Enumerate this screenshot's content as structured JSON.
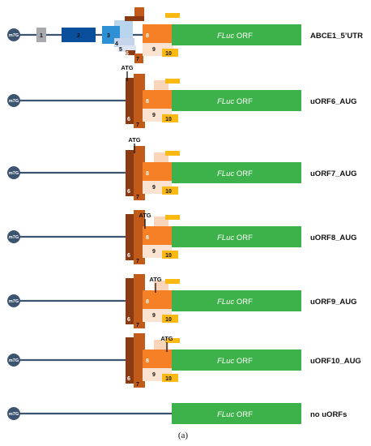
{
  "figure": {
    "cap_label": "m7G",
    "orf_italic": "FLuc",
    "orf_suffix": " ORF",
    "atg_label": "ATG",
    "caption": "(a)",
    "colors": {
      "cap": "#3d5470",
      "line": "#3d5470",
      "orf": "#3eb24a",
      "uorf1": "#a7a9ac",
      "uorf2": "#0a4f9c",
      "uorf3": "#2e91d6",
      "uorf3_light": "#b9d5ee",
      "uorf4": "#c6d4ec",
      "uorf5": "#dde4f2",
      "uorf6": "#8b3a12",
      "uorf7": "#c25a1a",
      "uorf8": "#f58025",
      "uorf8_light": "#fbd5ba",
      "uorf9": "#fbe3d2",
      "uorf10": "#fbb913"
    }
  },
  "constructs": [
    {
      "name": "ABCE1_5’UTR",
      "uorfs": [
        "1",
        "2",
        "3",
        "4",
        "5",
        "6",
        "7",
        "8",
        "9",
        "10"
      ],
      "atg_on": ""
    },
    {
      "name": "uORF6_AUG",
      "uorfs": [
        "6",
        "7",
        "8",
        "9",
        "10"
      ],
      "atg_on": "6"
    },
    {
      "name": "uORF7_AUG",
      "uorfs": [
        "6",
        "7",
        "8",
        "9",
        "10"
      ],
      "atg_on": "7"
    },
    {
      "name": "uORF8_AUG",
      "uorfs": [
        "6",
        "7",
        "8",
        "9",
        "10"
      ],
      "atg_on": "8"
    },
    {
      "name": "uORF9_AUG",
      "uorfs": [
        "6",
        "7",
        "8",
        "9",
        "10"
      ],
      "atg_on": "9"
    },
    {
      "name": "uORF10_AUG",
      "uorfs": [
        "6",
        "7",
        "8",
        "9",
        "10"
      ],
      "atg_on": "10"
    },
    {
      "name": "no uORFs",
      "uorfs": [],
      "atg_on": ""
    }
  ]
}
